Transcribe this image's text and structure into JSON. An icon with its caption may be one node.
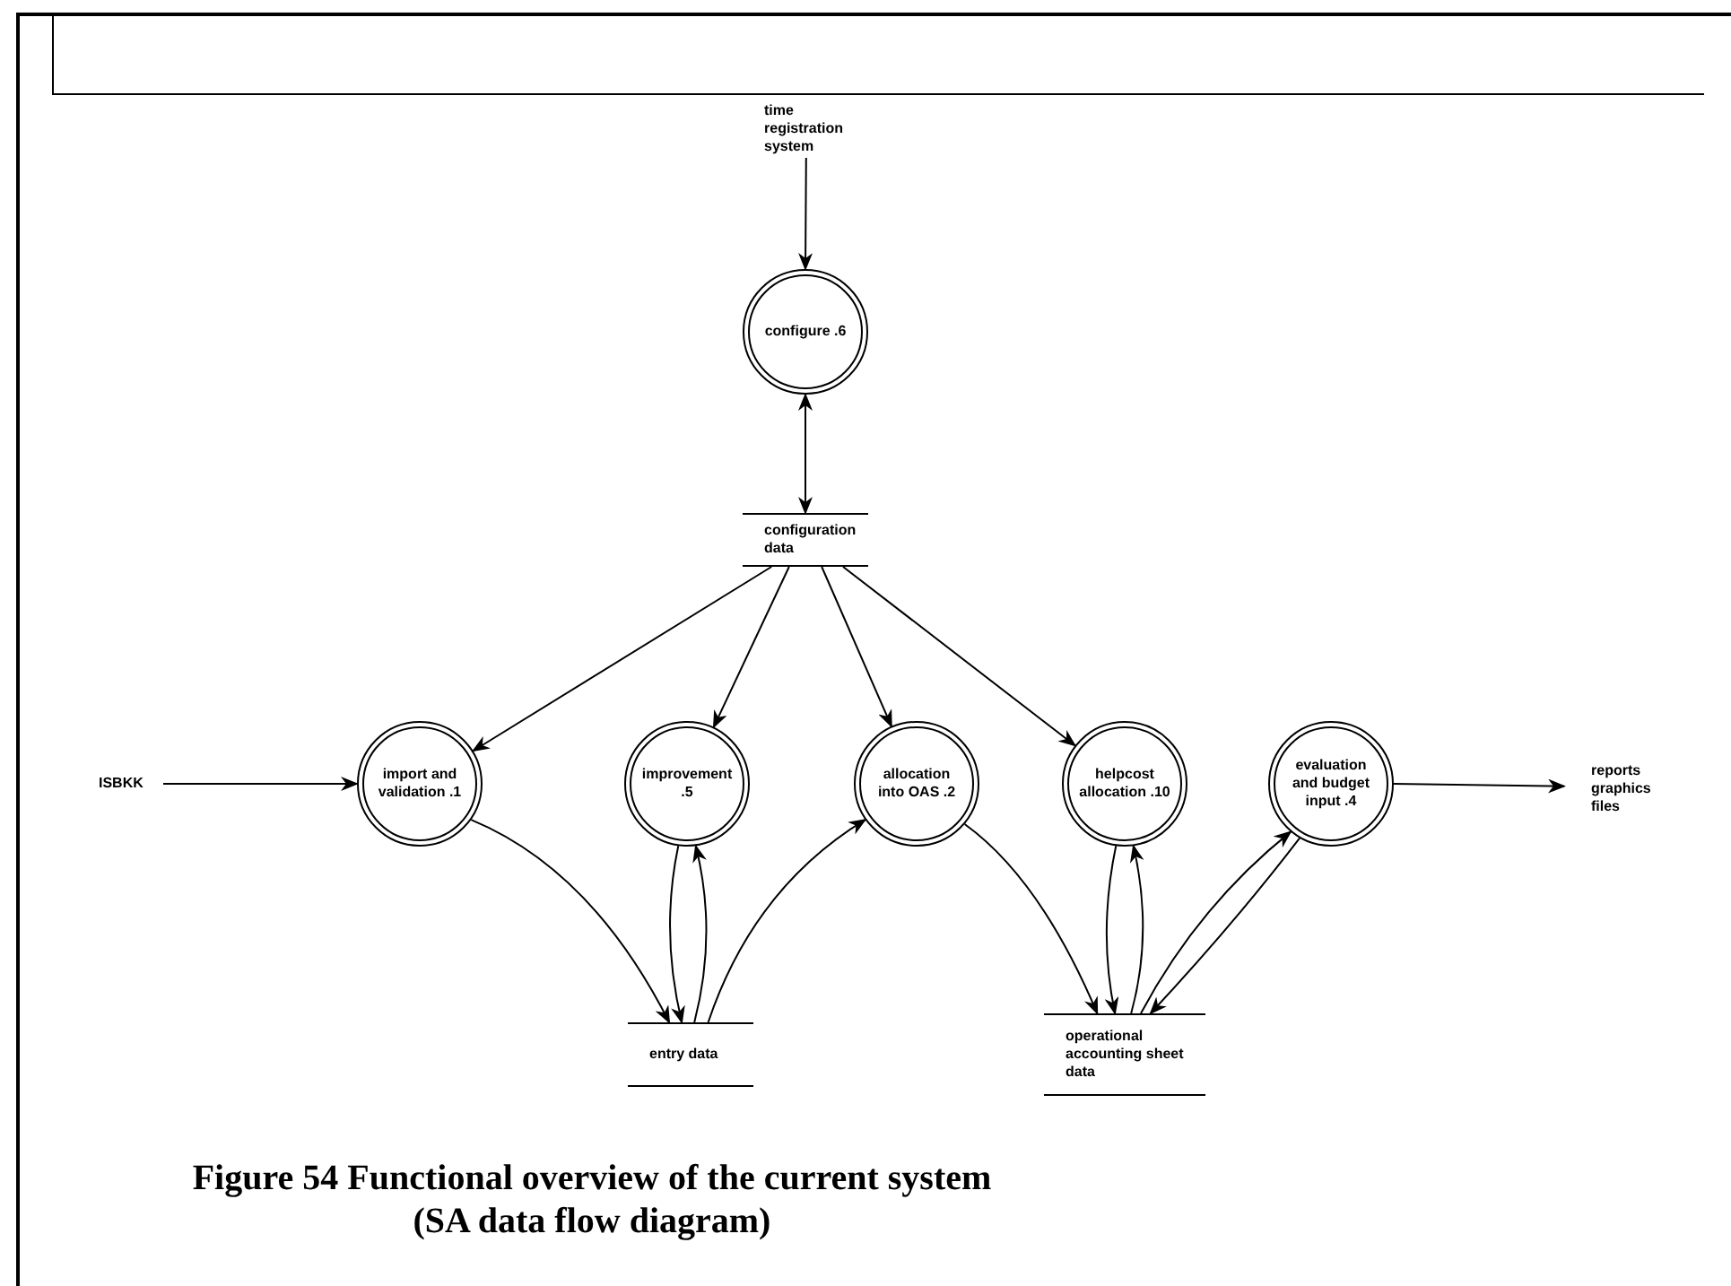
{
  "diagram": {
    "caption": "Figure 54 Functional overview of the current system (SA data flow diagram)",
    "nodes": [
      {
        "text": [
          "time registration system"
        ]
      },
      {
        "text": [
          "configure .6"
        ]
      },
      {
        "text": [
          "configuration data"
        ]
      },
      {
        "text": [
          "ISBKK"
        ]
      },
      {
        "text": [
          "import and validation .1"
        ]
      },
      {
        "text": [
          "improvement .5"
        ]
      },
      {
        "text": [
          "allocation into OAS .2"
        ]
      },
      {
        "text": [
          "helpcost allocation .10"
        ]
      },
      {
        "text": [
          "evaluation and budget input .4"
        ]
      },
      {
        "text": [
          "reports graphics files"
        ]
      },
      {
        "text": [
          "entry data"
        ]
      },
      {
        "text": [
          "operational accounting sheet data"
        ]
      }
    ],
    "edges": [
      {
        "from": 0,
        "to": 1,
        "arrow": "to"
      },
      {
        "from": 1,
        "to": 2,
        "arrow": "both"
      },
      {
        "from": 2,
        "to": 4,
        "arrow": "to"
      },
      {
        "from": 2,
        "to": 5,
        "arrow": "to"
      },
      {
        "from": 2,
        "to": 6,
        "arrow": "to"
      },
      {
        "from": 2,
        "to": 7,
        "arrow": "to"
      },
      {
        "from": 3,
        "to": 4,
        "arrow": "to"
      },
      {
        "from": 8,
        "to": 9,
        "arrow": "to"
      },
      {
        "from": 4,
        "to": 10,
        "arrow": "to"
      },
      {
        "from": 5,
        "to": 10,
        "arrow": "to"
      },
      {
        "from": 10,
        "to": 5,
        "arrow": "to"
      },
      {
        "from": 10,
        "to": 6,
        "arrow": "to"
      },
      {
        "from": 6,
        "to": 11,
        "arrow": "to"
      },
      {
        "from": 7,
        "to": 11,
        "arrow": "to"
      },
      {
        "from": 11,
        "to": 7,
        "arrow": "to"
      },
      {
        "from": 11,
        "to": 8,
        "arrow": "to"
      },
      {
        "from": 8,
        "to": 11,
        "arrow": "to"
      }
    ]
  }
}
